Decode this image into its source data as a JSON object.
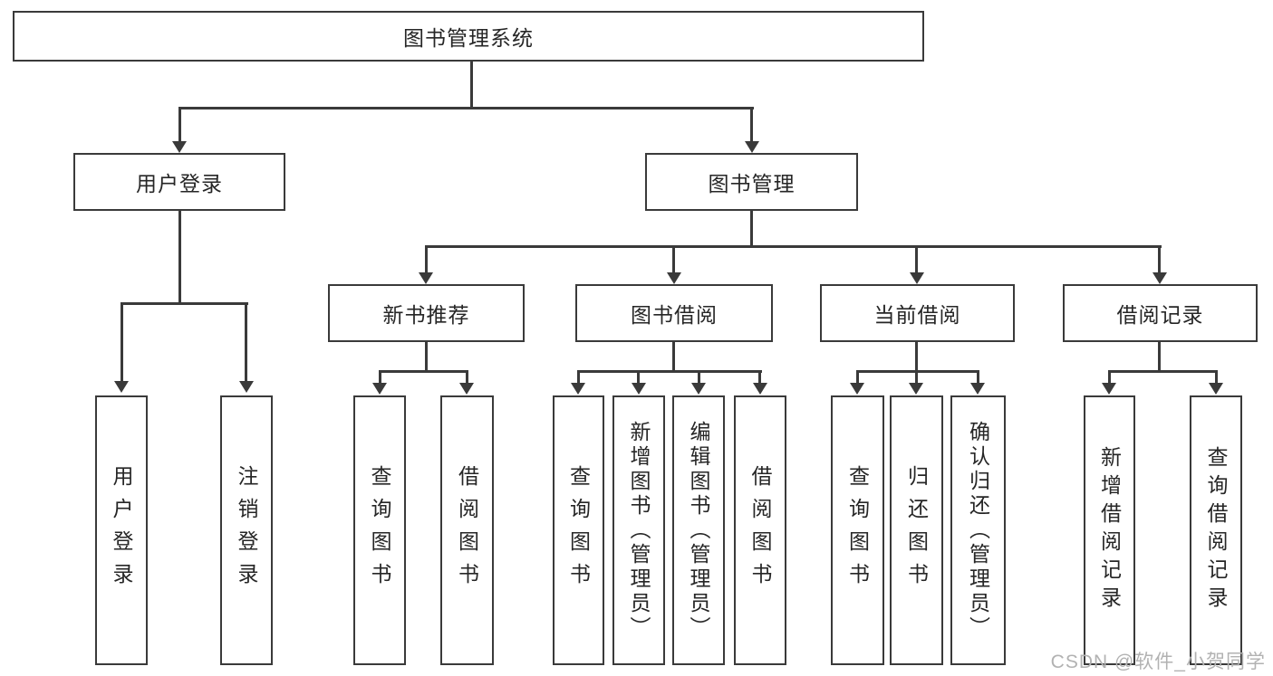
{
  "colors": {
    "line": "#3a3a3a",
    "text": "#262626",
    "background": "#ffffff",
    "watermark": "#b2b2b2"
  },
  "tree": {
    "root": "图书管理系统",
    "branches": [
      {
        "label": "用户登录",
        "leaves": [
          "用户登录",
          "注销登录"
        ]
      },
      {
        "label": "图书管理",
        "children": [
          {
            "label": "新书推荐",
            "leaves": [
              "查询图书",
              "借阅图书"
            ]
          },
          {
            "label": "图书借阅",
            "leaves": [
              "查询图书",
              "新增图书（管理员）",
              "编辑图书（管理员）",
              "借阅图书"
            ]
          },
          {
            "label": "当前借阅",
            "leaves": [
              "查询图书",
              "归还图书",
              "确认归还（管理员）"
            ]
          },
          {
            "label": "借阅记录",
            "leaves": [
              "新增借阅记录",
              "查询借阅记录"
            ]
          }
        ]
      }
    ]
  },
  "watermark": "CSDN @软件_小贺同学"
}
